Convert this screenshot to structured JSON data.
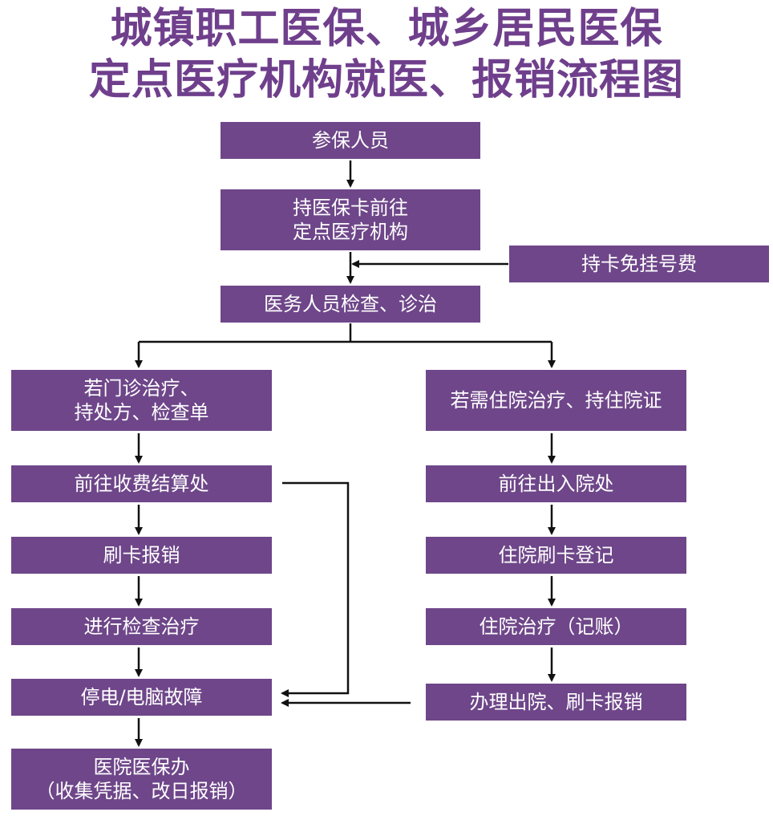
{
  "title": {
    "line1": "城镇职工医保、城乡居民医保",
    "line2": "定点医疗机构就医、报销流程图"
  },
  "nodes": {
    "insured": "参保人员",
    "go_clinic": "持医保卡前往\n定点医疗机构",
    "free_reg": "持卡免挂号费",
    "diagnose": "医务人员检查、诊治",
    "outpatient": "若门诊治疗、\n持处方、检查单",
    "inpatient": "若需住院治疗、持住院证",
    "cashier": "前往收费结算处",
    "admission": "前往出入院处",
    "swipe": "刷卡报销",
    "register": "住院刷卡登记",
    "exam": "进行检查治疗",
    "treat": "住院治疗（记账）",
    "outage": "停电/电脑故障",
    "discharge": "办理出院、刷卡报销",
    "office": "医院医保办\n（收集凭据、改日报销）"
  },
  "colors": {
    "box": "#6e4689",
    "title": "#6f3f8c",
    "line": "#111111"
  }
}
